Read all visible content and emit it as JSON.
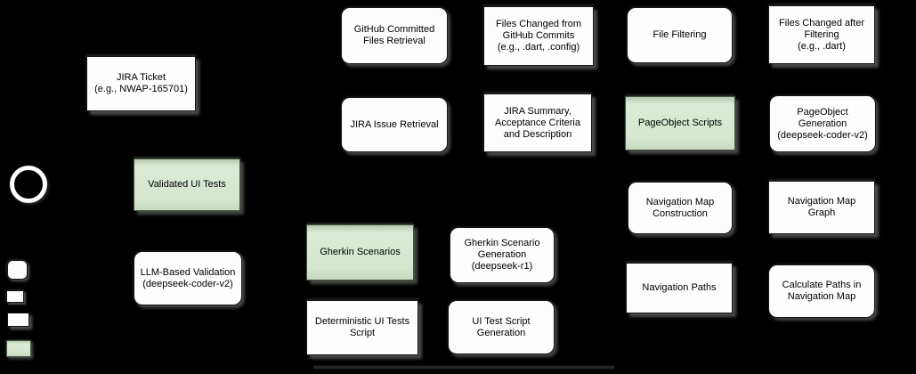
{
  "diagram": {
    "background_color": "#000000",
    "colors": {
      "artifact_fill": "#ffffff",
      "green_artifact_fill": "#d5e8d4",
      "node_border": "#161616",
      "shadow": "#919191",
      "text": "#000000"
    },
    "nodes": {
      "jira_ticket": {
        "label": "JIRA Ticket\n(e.g., NWAP-165701)",
        "shape": "stacked-rect"
      },
      "github_files": {
        "label": "GitHub Committed\nFiles Retrieval",
        "shape": "rounded-rect"
      },
      "files_changed_commits": {
        "label": "Files Changed from\nGitHub Commits\n(e.g., .dart, .config)",
        "shape": "stacked-rect"
      },
      "file_filtering": {
        "label": "File Filtering",
        "shape": "rounded-rect"
      },
      "files_changed_filtered": {
        "label": "Files Changed after\nFiltering\n(e.g., .dart)",
        "shape": "stacked-rect"
      },
      "jira_issue_retrieval": {
        "label": "JIRA Issue Retrieval",
        "shape": "rounded-rect"
      },
      "jira_summary": {
        "label": "JIRA Summary,\nAcceptance Criteria\nand Description",
        "shape": "stacked-rect"
      },
      "pageobject_scripts": {
        "label": "PageObject Scripts",
        "shape": "stacked-rect-green"
      },
      "pageobject_generation": {
        "label": "PageObject\nGeneration\n(deepseek-coder-v2)",
        "shape": "rounded-rect"
      },
      "validated_ui_tests": {
        "label": "Validated UI Tests",
        "shape": "stacked-rect-green"
      },
      "navmap_construction": {
        "label": "Navigation Map\nConstruction",
        "shape": "rounded-rect"
      },
      "navmap_graph": {
        "label": "Navigation Map\nGraph",
        "shape": "stacked-rect"
      },
      "llm_validation": {
        "label": "LLM-Based Validation\n(deepseek-coder-v2)",
        "shape": "rounded-rect"
      },
      "gherkin_scenarios": {
        "label": "Gherkin Scenarios",
        "shape": "stacked-rect-green"
      },
      "gherkin_generation": {
        "label": "Gherkin Scenario\nGeneration\n(deepseek-r1)",
        "shape": "rounded-rect"
      },
      "nav_paths": {
        "label": "Navigation Paths",
        "shape": "stacked-rect"
      },
      "calc_paths": {
        "label": "Calculate Paths in\nNavigation Map",
        "shape": "rounded-rect"
      },
      "deterministic_script": {
        "label": "Deterministic UI Tests\nScript",
        "shape": "stacked-rect"
      },
      "ui_test_generation": {
        "label": "UI Test Script\nGeneration",
        "shape": "rounded-rect"
      }
    },
    "start_node": {
      "shape": "circle"
    },
    "legend": {
      "items": [
        {
          "icon": "rounded-rect-icon"
        },
        {
          "icon": "rect-icon"
        },
        {
          "icon": "stacked-rect-icon"
        },
        {
          "icon": "green-rect-icon"
        }
      ]
    }
  }
}
